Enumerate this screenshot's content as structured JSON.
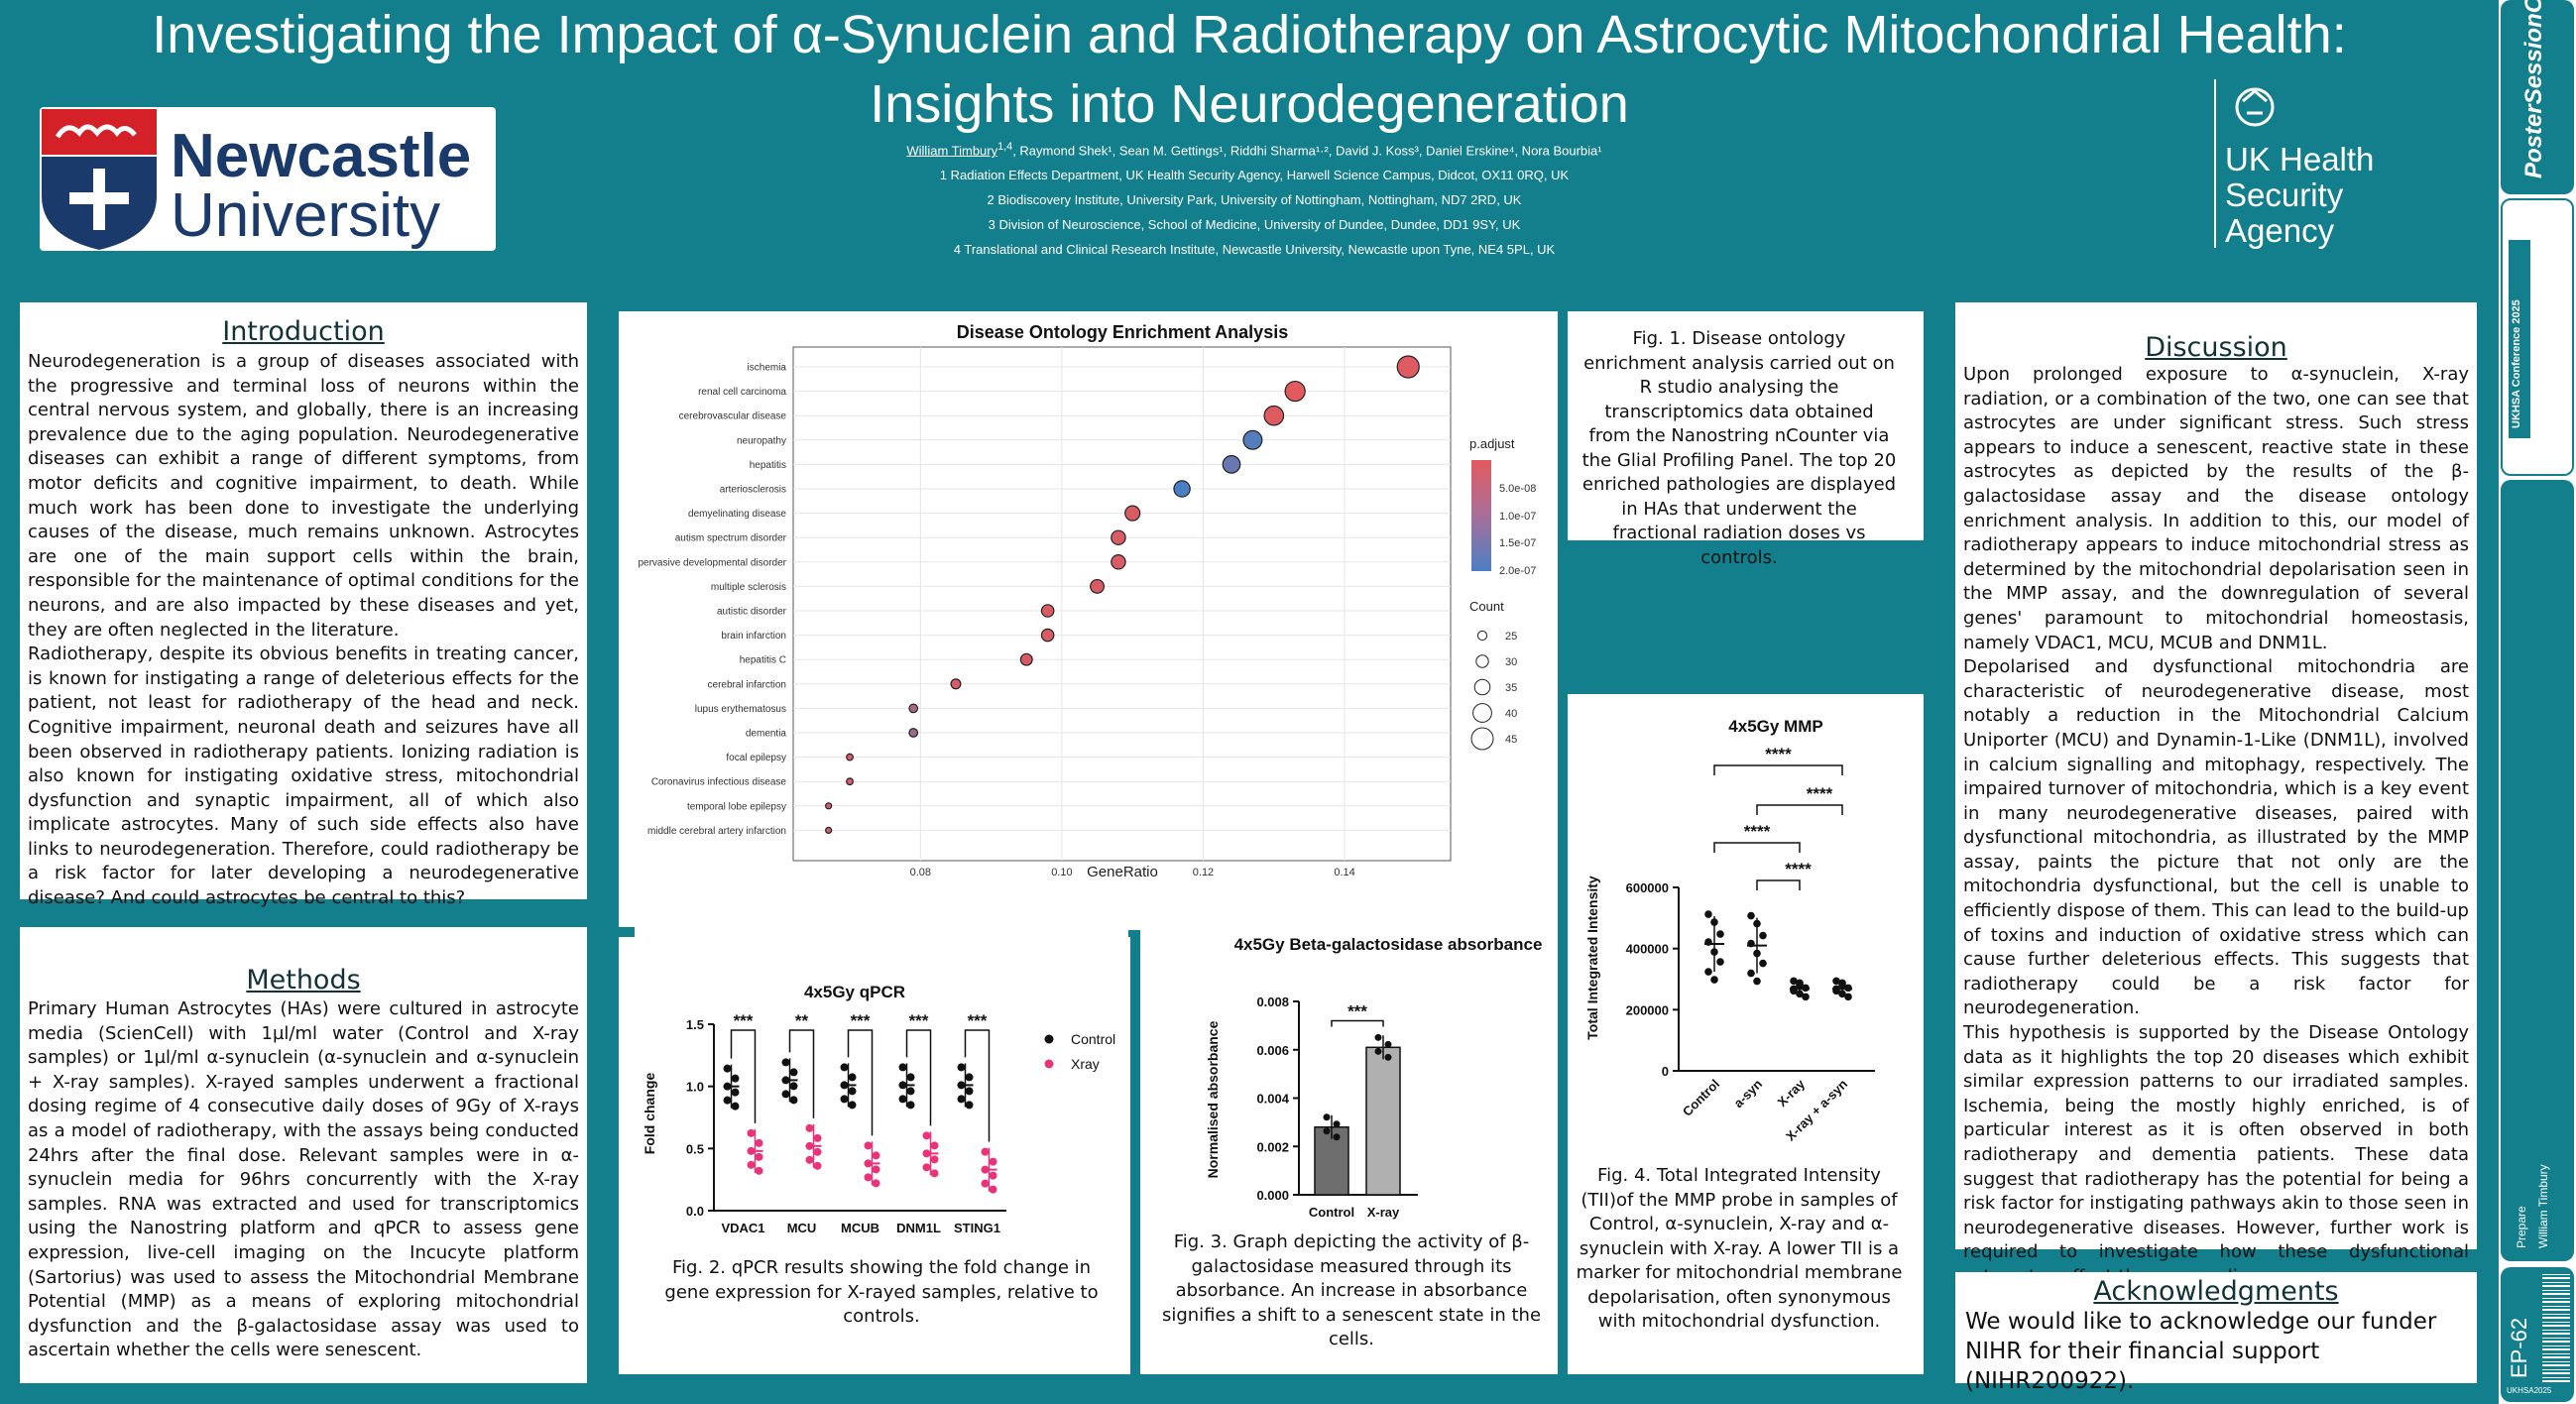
{
  "header": {
    "title_line1": "Investigating the Impact of α-Synuclein and Radiotherapy on Astrocytic Mitochondrial Health:",
    "title_line2": "Insights into Neurodegeneration",
    "author_lead": "William Timbury",
    "author_lead_sup": "1,4",
    "authors_rest": ", Raymond Shek¹, Sean M. Gettings¹, Riddhi Sharma¹·², David J. Koss³, Daniel Erskine⁴, Nora Bourbia¹",
    "affiliations": [
      "1 Radiation Effects Department, UK Health Security Agency, Harwell Science Campus, Didcot, OX11 0RQ, UK",
      "2 Biodiscovery Institute, University Park, University of Nottingham, Nottingham, ND7 2RD, UK",
      "3 Division of Neuroscience, School of Medicine, University of Dundee, Dundee, DD1 9SY, UK",
      "4 Translational and Clinical Research Institute, Newcastle University, Newcastle upon Tyne, NE4 5PL, UK"
    ],
    "ncl_logo_line1": "Newcastle",
    "ncl_logo_line2": "University",
    "ukhsa_line1": "UK Health",
    "ukhsa_line2": "Security",
    "ukhsa_line3": "Agency"
  },
  "introduction": {
    "title": "Introduction",
    "p1": "Neurodegeneration is a group of diseases associated with the progressive and terminal loss of neurons within the central nervous system, and globally, there is an increasing prevalence due to the aging population. Neurodegenerative diseases can exhibit a range of different symptoms, from motor deficits and cognitive impairment, to death. While much work has been done to investigate the underlying causes of the disease, much remains unknown. Astrocytes are one of the main support cells within the brain, responsible for the maintenance of optimal conditions for the neurons, and are also impacted by these diseases and yet, they are often neglected in the literature.",
    "p2": "Radiotherapy, despite its obvious benefits in treating cancer, is known for instigating a range of deleterious effects for the patient, not least for radiotherapy of the head and neck. Cognitive impairment, neuronal death and seizures have all been observed in radiotherapy patients. Ionizing radiation is also known for instigating oxidative stress, mitochondrial dysfunction and synaptic impairment, all of which also implicate astrocytes. Many of such side effects also have links to neurodegeneration. Therefore, could radiotherapy be a risk factor for later developing a neurodegenerative disease? And could astrocytes be central to this?"
  },
  "methods": {
    "title": "Methods",
    "p1": "Primary Human Astrocytes (HAs) were cultured in astrocyte media (ScienCell) with 1µl/ml water (Control and X-ray samples) or 1µl/ml α-synuclein (α-synuclein and α-synuclein + X-ray samples). X-rayed samples underwent a fractional dosing regime of 4 consecutive daily doses of 9Gy of X-rays as a model of radiotherapy, with the assays being conducted 24hrs after the final dose. Relevant samples were in α-synuclein media for 96hrs concurrently with the X-ray samples. RNA was extracted and used for transcriptomics using the Nanostring platform and qPCR to assess gene expression, live-cell imaging on the Incucyte platform (Sartorius) was used to assess the Mitochondrial Membrane Potential (MMP) as a means of exploring mitochondrial dysfunction and the β-galactosidase assay was used to ascertain whether the cells were senescent."
  },
  "discussion": {
    "title": "Discussion",
    "p1": "Upon prolonged exposure to α-synuclein, X-ray radiation, or a combination of the two, one can see that astrocytes are under significant stress. Such stress appears to induce a senescent, reactive state in these astrocytes as depicted by the results of the β-galactosidase assay and the disease ontology enrichment analysis. In addition to this, our model of radiotherapy appears to induce mitochondrial stress as determined by the mitochondrial depolarisation seen in the MMP assay, and the downregulation of several genes' paramount to mitochondrial homeostasis, namely VDAC1, MCU, MCUB and DNM1L.",
    "p2": "Depolarised and dysfunctional mitochondria are characteristic of neurodegenerative disease, most notably a reduction in the Mitochondrial Calcium Uniporter (MCU) and Dynamin-1-Like (DNM1L), involved in calcium signalling and mitophagy, respectively. The impaired turnover of mitochondria, which is a key event in many neurodegenerative diseases, paired with dysfunctional mitochondria, as illustrated by the MMP assay, paints the picture that not only are the mitochondria dysfunctional, but the cell is unable to efficiently dispose of them. This can lead to the build-up of toxins and induction of oxidative stress which can cause further deleterious effects. This suggests that radiotherapy could be a risk factor for neurodegeneration.",
    "p3": "This hypothesis is supported by the Disease Ontology data as it highlights the top 20 diseases which exhibit similar expression patterns to our irradiated samples. Ischemia, being the mostly highly enriched, is of particular interest as it is often observed in both radiotherapy and dementia patients. These data suggest that radiotherapy has the potential for being a risk factor for instigating pathways akin to those seen in neurodegenerative diseases. However, further work is required to investigate how these dysfunctional astrocytes affect the surrounding neurons."
  },
  "acknowledgments": {
    "title": "Acknowledgments",
    "text": "We would like to acknowledge our funder NIHR for their financial support (NIHR200922)."
  },
  "captions": {
    "fig1": "Fig. 1. Disease ontology enrichment analysis carried out on R studio analysing the transcriptomics data obtained from the Nanostring nCounter via the Glial Profiling Panel. The top 20 enriched pathologies are displayed in HAs that underwent the fractional radiation doses vs controls.",
    "fig2": "Fig. 2. qPCR results showing the fold change in gene expression for X-rayed samples, relative to controls.",
    "fig3": "Fig. 3. Graph depicting the activity of β-galactosidase measured through its absorbance. An increase in absorbance signifies a shift to a senescent state in the cells.",
    "fig4": "Fig. 4. Total Integrated Intensity (TII)of the MMP probe in samples of Control, α-synuclein, X-ray and α-synuclein with X-ray. A lower TII is a marker for mitochondrial membrane depolarisation, often synonymous with mitochondrial dysfunction."
  },
  "strip": {
    "card1": "PosterSessionOnline",
    "card2": "UKHSA Conference 2025",
    "card3_a": "Prepare",
    "card3_b": "William Timbury",
    "code": "EP-62",
    "code_small": "UKHSA2025"
  },
  "colors": {
    "teal": "#137f8c",
    "pink": "#e8337a",
    "navy": "#1a3a6b"
  },
  "chart_data": [
    {
      "type": "scatter",
      "title": "Disease Ontology Enrichment Analysis",
      "xlabel": "GeneRatio",
      "ylabel": "",
      "xlim": [
        0.062,
        0.155
      ],
      "xticks": [
        "0.08",
        "0.10",
        "0.12",
        "0.14"
      ],
      "xtick_values": [
        0.08,
        0.1,
        0.12,
        0.14
      ],
      "categories": [
        "ischemia",
        "renal cell carcinoma",
        "cerebrovascular disease",
        "neuropathy",
        "hepatitis",
        "arteriosclerosis",
        "demyelinating disease",
        "autism spectrum disorder",
        "pervasive developmental disorder",
        "multiple sclerosis",
        "autistic disorder",
        "brain infarction",
        "hepatitis C",
        "cerebral infarction",
        "lupus erythematosus",
        "dementia",
        "focal epilepsy",
        "Coronavirus infectious disease",
        "temporal lobe epilepsy",
        "middle cerebral artery infarction"
      ],
      "x": [
        0.149,
        0.133,
        0.13,
        0.127,
        0.124,
        0.117,
        0.11,
        0.108,
        0.108,
        0.105,
        0.098,
        0.098,
        0.095,
        0.085,
        0.079,
        0.079,
        0.07,
        0.07,
        0.067,
        0.067
      ],
      "count": [
        45,
        42,
        41,
        40,
        38,
        36,
        34,
        33,
        33,
        32,
        30,
        30,
        29,
        26,
        24,
        24,
        21,
        21,
        20,
        20
      ],
      "p_adjust": [
        5.5e-08,
        5e-08,
        5.5e-08,
        1.9e-07,
        1.7e-07,
        2e-07,
        5.8e-08,
        6e-08,
        6e-08,
        5.8e-08,
        5.8e-08,
        5.8e-08,
        6e-08,
        6.2e-08,
        1.1e-07,
        1.2e-07,
        6.2e-08,
        6.2e-08,
        6.5e-08,
        6.5e-08
      ],
      "legend_color_title": "p.adjust",
      "legend_color_labels": [
        "5.0e-08",
        "1.0e-07",
        "1.5e-07",
        "2.0e-07"
      ],
      "legend_size_title": "Count",
      "legend_size_labels": [
        "25",
        "30",
        "35",
        "40",
        "45"
      ]
    },
    {
      "type": "bar",
      "title": "4x5Gy qPCR",
      "ylabel": "Fold change",
      "ylim": [
        0,
        1.5
      ],
      "yticks": [
        "0.0",
        "0.5",
        "1.0",
        "1.5"
      ],
      "categories": [
        "VDAC1",
        "MCU",
        "MCUB",
        "DNM1L",
        "STING1"
      ],
      "series": [
        {
          "name": "Control",
          "values": [
            1.0,
            1.05,
            1.01,
            1.01,
            1.01
          ]
        },
        {
          "name": "Xray",
          "values": [
            0.48,
            0.52,
            0.38,
            0.46,
            0.33
          ]
        }
      ],
      "significance": [
        "***",
        "**",
        "***",
        "***",
        "***"
      ]
    },
    {
      "type": "bar",
      "title": "4x5Gy Beta-galactosidase absorbance",
      "ylabel": "Normalised absorbance",
      "ylim": [
        0,
        0.008
      ],
      "yticks": [
        "0.000",
        "0.002",
        "0.004",
        "0.006",
        "0.008"
      ],
      "categories": [
        "Control",
        "X-ray"
      ],
      "values": [
        0.0028,
        0.0061
      ],
      "significance": "***"
    },
    {
      "type": "scatter",
      "title": "4x5Gy MMP",
      "ylabel": "Total Integrated Intensity",
      "ylim": [
        0,
        600000
      ],
      "yticks": [
        "0",
        "200000",
        "400000",
        "600000"
      ],
      "categories": [
        "Control",
        "a-syn",
        "X-ray",
        "X-ray + a-syn"
      ],
      "values": [
        415000,
        410000,
        268000,
        268000
      ],
      "significance": [
        "****",
        "****",
        "****",
        "****"
      ]
    }
  ]
}
